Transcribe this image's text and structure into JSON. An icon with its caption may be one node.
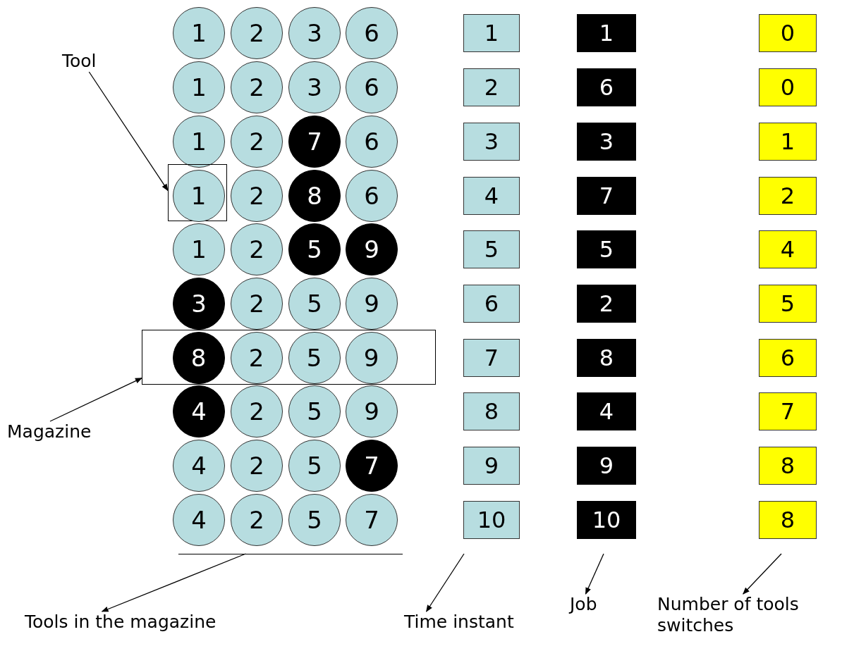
{
  "diagram": {
    "nodes": [
      {
        "text": [
          "1"
        ]
      },
      {
        "text": [
          "2"
        ]
      },
      {
        "text": [
          "3"
        ]
      },
      {
        "text": [
          "6"
        ]
      },
      {
        "text": [
          "1"
        ]
      },
      {
        "text": [
          "1"
        ]
      },
      {
        "text": [
          "0"
        ]
      },
      {
        "text": [
          "1"
        ]
      },
      {
        "text": [
          "2"
        ]
      },
      {
        "text": [
          "3"
        ]
      },
      {
        "text": [
          "6"
        ]
      },
      {
        "text": [
          "2"
        ]
      },
      {
        "text": [
          "6"
        ]
      },
      {
        "text": [
          "0"
        ]
      },
      {
        "text": [
          "1"
        ]
      },
      {
        "text": [
          "2"
        ]
      },
      {
        "text": [
          "7"
        ]
      },
      {
        "text": [
          "6"
        ]
      },
      {
        "text": [
          "3"
        ]
      },
      {
        "text": [
          "3"
        ]
      },
      {
        "text": [
          "1"
        ]
      },
      {
        "text": [],
        "shape": "box"
      },
      {
        "text": [
          "1"
        ],
        "in": 21
      },
      {
        "text": [
          "2"
        ]
      },
      {
        "text": [
          "8"
        ]
      },
      {
        "text": [
          "6"
        ]
      },
      {
        "text": [
          "4"
        ]
      },
      {
        "text": [
          "7"
        ]
      },
      {
        "text": [
          "2"
        ]
      },
      {
        "text": [
          "1"
        ]
      },
      {
        "text": [
          "2"
        ]
      },
      {
        "text": [
          "5"
        ]
      },
      {
        "text": [
          "9"
        ]
      },
      {
        "text": [
          "5"
        ]
      },
      {
        "text": [
          "5"
        ]
      },
      {
        "text": [
          "4"
        ]
      },
      {
        "text": [
          "3"
        ]
      },
      {
        "text": [
          "2"
        ]
      },
      {
        "text": [
          "5"
        ]
      },
      {
        "text": [
          "9"
        ]
      },
      {
        "text": [
          "6"
        ]
      },
      {
        "text": [
          "2"
        ]
      },
      {
        "text": [
          "5"
        ]
      },
      {
        "text": [],
        "shape": "box"
      },
      {
        "text": [
          "8"
        ],
        "in": 43
      },
      {
        "text": [
          "2"
        ],
        "in": 43
      },
      {
        "text": [
          "5"
        ],
        "in": 43
      },
      {
        "text": [
          "9"
        ],
        "in": 43
      },
      {
        "text": [
          "7"
        ]
      },
      {
        "text": [
          "8"
        ]
      },
      {
        "text": [
          "6"
        ]
      },
      {
        "text": [
          "4"
        ]
      },
      {
        "text": [
          "2"
        ]
      },
      {
        "text": [
          "5"
        ]
      },
      {
        "text": [
          "9"
        ]
      },
      {
        "text": [
          "8"
        ]
      },
      {
        "text": [
          "4"
        ]
      },
      {
        "text": [
          "7"
        ]
      },
      {
        "text": [
          "4"
        ]
      },
      {
        "text": [
          "2"
        ]
      },
      {
        "text": [
          "5"
        ]
      },
      {
        "text": [
          "7"
        ]
      },
      {
        "text": [
          "9"
        ]
      },
      {
        "text": [
          "9"
        ]
      },
      {
        "text": [
          "8"
        ]
      },
      {
        "text": [
          "4"
        ]
      },
      {
        "text": [
          "2"
        ]
      },
      {
        "text": [
          "5"
        ]
      },
      {
        "text": [
          "7"
        ]
      },
      {
        "text": [
          "10"
        ]
      },
      {
        "text": [
          "10"
        ]
      },
      {
        "text": [
          "8"
        ]
      },
      {
        "text": [],
        "shape": "bar"
      },
      {
        "text": [
          "Tool"
        ]
      },
      {
        "text": [
          "Magazine"
        ]
      },
      {
        "text": [
          "Tools in the magazine"
        ]
      },
      {
        "text": [
          "Time instant"
        ]
      },
      {
        "text": [
          "Job"
        ]
      },
      {
        "text": [
          "Number of tools switches"
        ]
      }
    ],
    "edges": [
      {
        "from": 73,
        "to": 21,
        "arrow": "to"
      },
      {
        "from": 74,
        "to": 43,
        "arrow": "to"
      },
      {
        "from": 72,
        "to": 75,
        "arrow": "to"
      },
      {
        "from": null,
        "to": 76,
        "arrow": "to"
      },
      {
        "from": null,
        "to": 77,
        "arrow": "to"
      },
      {
        "from": null,
        "to": 78,
        "arrow": "to"
      }
    ]
  }
}
